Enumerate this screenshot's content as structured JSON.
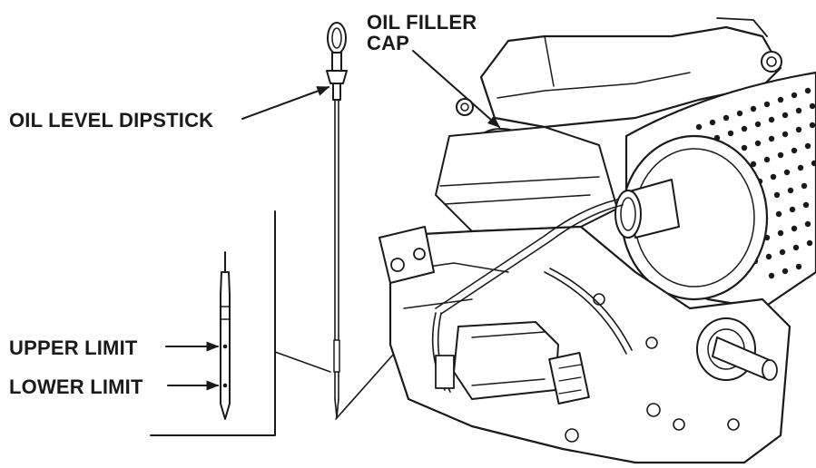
{
  "labels": {
    "oil_level_dipstick": "OIL LEVEL DIPSTICK",
    "oil_filler_cap_line1": "OIL FILLER",
    "oil_filler_cap_line2": "CAP",
    "upper_limit": "UPPER LIMIT",
    "lower_limit": "LOWER LIMIT"
  },
  "icons": [
    "engine-illustration",
    "dipstick-icon",
    "dipstick-detail-icon"
  ],
  "colors": {
    "ink": "#1a1a1a",
    "background": "#ffffff"
  }
}
